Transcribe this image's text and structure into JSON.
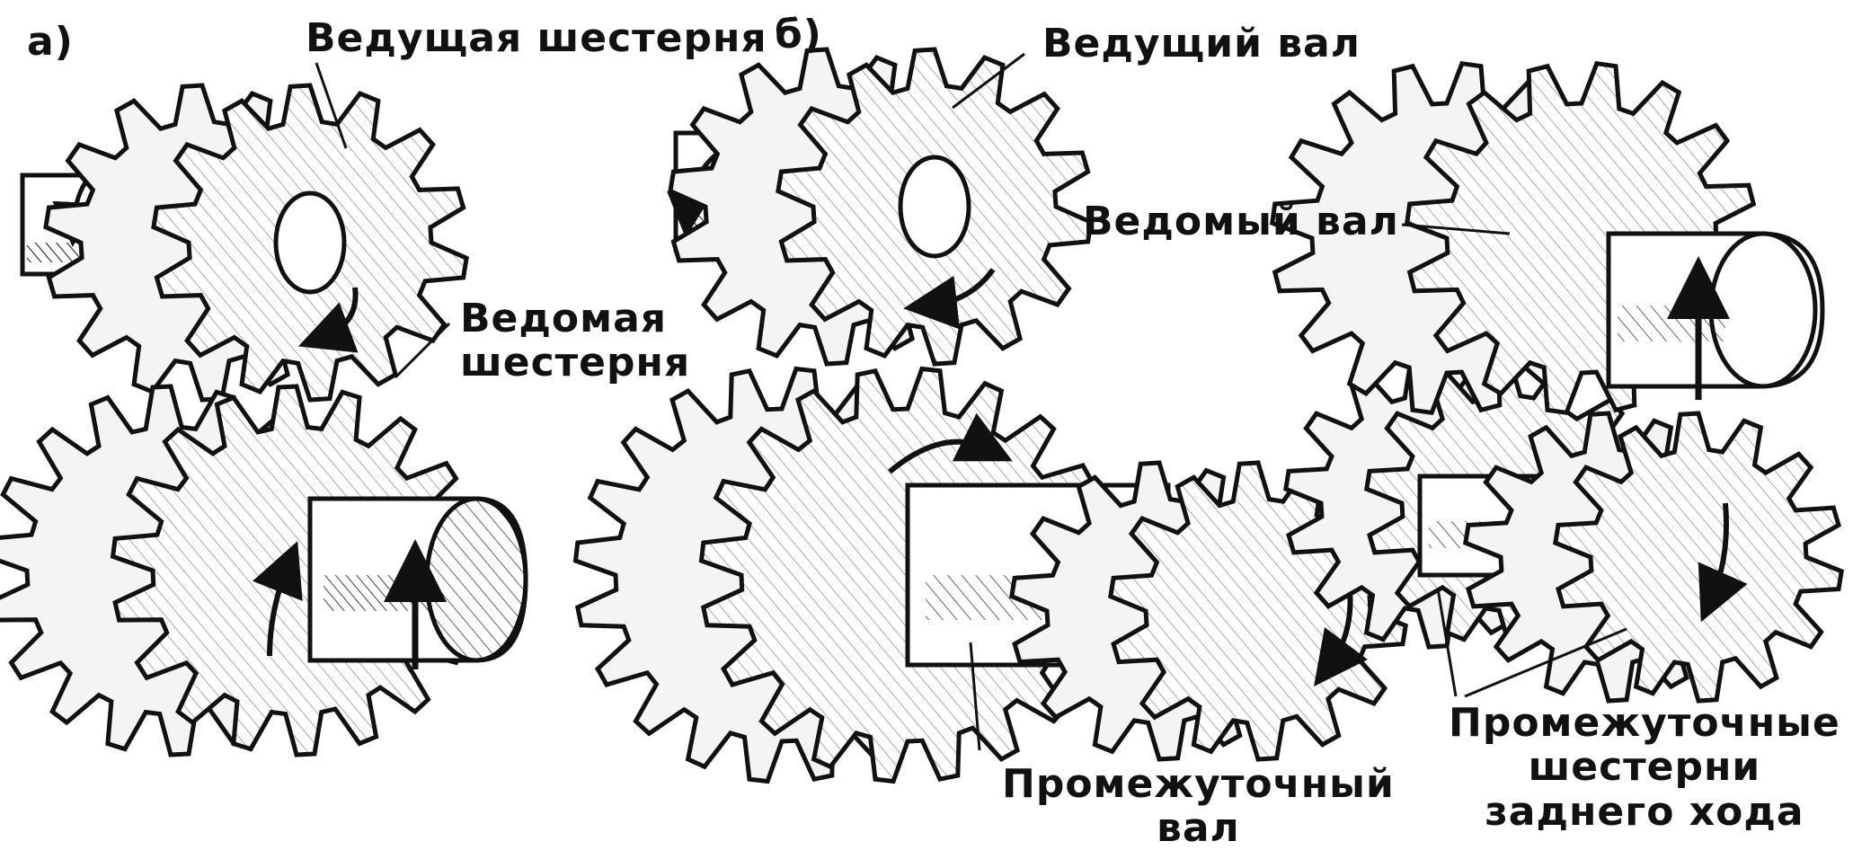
{
  "figure": {
    "panel_a_tag": "а)",
    "panel_b_tag": "б)",
    "colors": {
      "ink": "#111111",
      "paper": "#ffffff",
      "tooth_fill": "#f4f4f4"
    },
    "labels": {
      "drive_gear": "Ведущая шестерня",
      "driven_gear_line1": "Ведомая",
      "driven_gear_line2": "шестерня",
      "drive_shaft": "Ведущий вал",
      "driven_shaft": "Ведомый вал",
      "countershaft_line1": "Промежуточный",
      "countershaft_line2": "вал",
      "idler_gears_line1": "Промежуточные",
      "idler_gears_line2": "шестерни",
      "idler_gears_line3": "заднего хода"
    }
  }
}
